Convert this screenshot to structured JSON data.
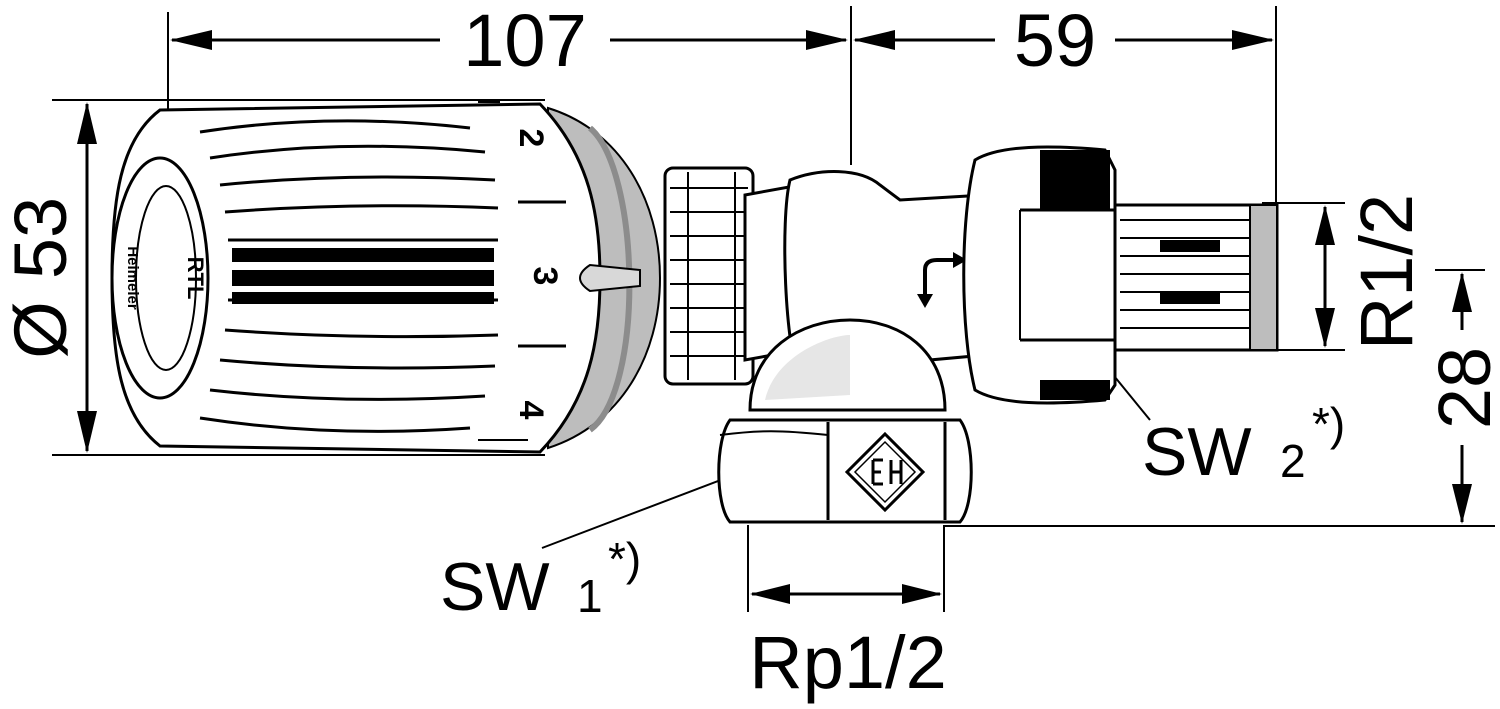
{
  "dimensions": {
    "overall_length": "107",
    "tail_length": "59",
    "diameter_symbol": "Ø",
    "diameter_value": "53",
    "height": "28",
    "thread_outlet": "R1/2",
    "thread_inlet": "Rp1/2"
  },
  "wrench_labels": {
    "sw1_main": "SW",
    "sw1_index": "1",
    "sw1_note": "*)",
    "sw2_main": "SW",
    "sw2_index": "2",
    "sw2_note": "*)"
  },
  "head": {
    "brand": "Heimeier",
    "model": "RTL",
    "scale_marks": [
      "2",
      "3",
      "4"
    ]
  },
  "icons": [
    "flow-arrow-icon",
    "certification-mark-icon"
  ]
}
